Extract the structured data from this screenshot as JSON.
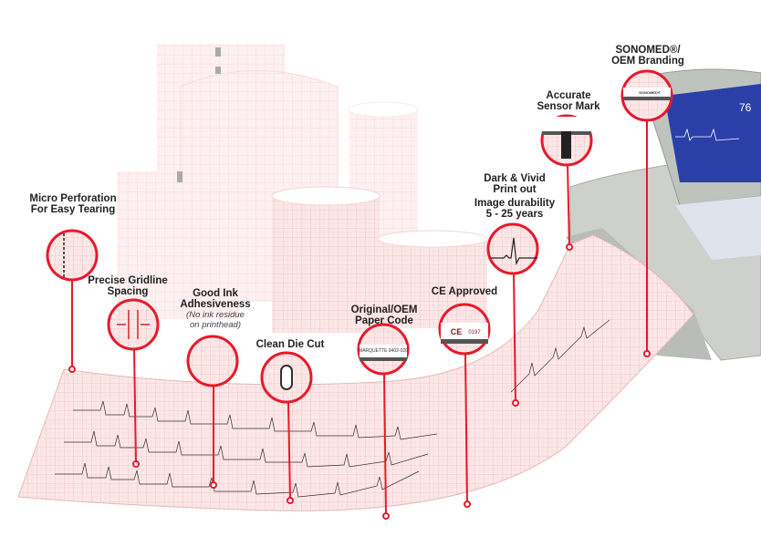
{
  "colors": {
    "accent": "#e8192c",
    "paper": "#fbe3e3",
    "grid": "#f1a5a5",
    "monitor": "#c9ccc8",
    "screen": "#2b3fa8"
  },
  "callouts": [
    {
      "id": "micro-perforation",
      "title": "Micro Perforation For Easy Tearing",
      "lines": [
        "Micro Perforation",
        "For Easy Tearing"
      ],
      "icon": "perforation-detail"
    },
    {
      "id": "gridline-spacing",
      "lines": [
        "Precise Gridline",
        "Spacing"
      ],
      "icon": "gridline-measure"
    },
    {
      "id": "ink-adhesiveness",
      "lines": [
        "Good Ink",
        "Adhesiveness"
      ],
      "sub": [
        "(No ink residue",
        "on printhead)"
      ],
      "icon": "grid-detail"
    },
    {
      "id": "die-cut",
      "lines": [
        "Clean Die Cut"
      ],
      "icon": "die-cut-slot"
    },
    {
      "id": "paper-code",
      "lines": [
        "Original/OEM",
        "Paper Code"
      ],
      "icon_text": "MARQUETTE 9402-020"
    },
    {
      "id": "ce-approved",
      "lines": [
        "CE Approved"
      ],
      "icon_text": "0197",
      "mark": "CE"
    },
    {
      "id": "print-durability",
      "lines": [
        "Dark & Vivid",
        "Print out",
        "Image durability",
        "5 - 25 years"
      ],
      "icon": "ecg-wave"
    },
    {
      "id": "sensor-mark",
      "lines": [
        "Accurate",
        "Sensor Mark"
      ],
      "icon": "sensor-mark"
    },
    {
      "id": "branding",
      "lines": [
        "SONOMED®/",
        "OEM Branding"
      ],
      "icon_text": "SONOMED®"
    }
  ],
  "monitor": {
    "readout": "76"
  }
}
